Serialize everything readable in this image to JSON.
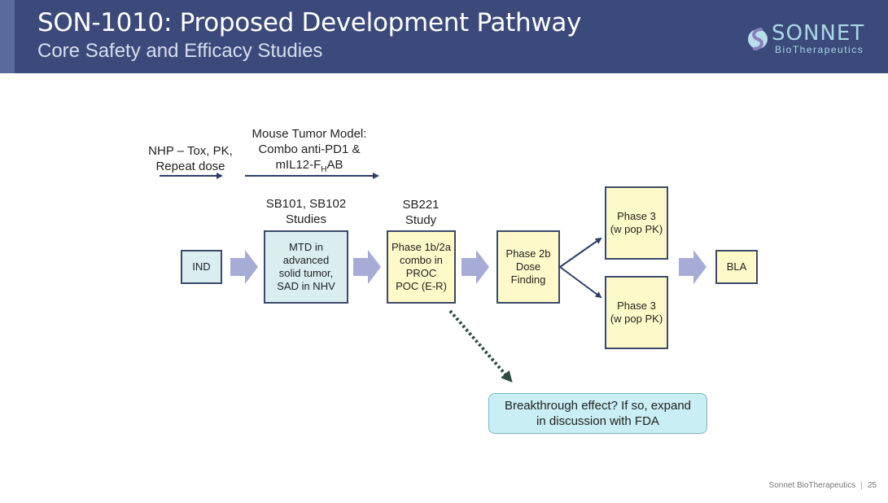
{
  "header": {
    "title": "SON-1010: Proposed Development Pathway",
    "subtitle": "Core Safety and Efficacy Studies"
  },
  "logo": {
    "name": "SONNET",
    "sub": "BioTherapeutics"
  },
  "labels": {
    "nhp_line1": "NHP – Tox, PK,",
    "nhp_line2": "Repeat dose",
    "mouse_line1": "Mouse Tumor Model:",
    "mouse_line2": "Combo anti-PD1 &",
    "mouse_line3_pre": "mIL12-F",
    "mouse_line3_sub": "H",
    "mouse_line3_post": "AB",
    "sb101_line1": "SB101, SB102",
    "sb101_line2": "Studies",
    "sb221_line1": "SB221",
    "sb221_line2": "Study"
  },
  "boxes": {
    "ind": "IND",
    "mtd": [
      "MTD in",
      "advanced",
      "solid tumor,",
      "SAD in NHV"
    ],
    "phase1": [
      "Phase 1b/2a",
      "combo in",
      "PROC",
      "POC (E-R)"
    ],
    "phase2b": [
      "Phase 2b",
      "Dose",
      "Finding"
    ],
    "phase3a": [
      "Phase 3",
      "(w pop PK)"
    ],
    "phase3b": [
      "Phase 3",
      "(w pop PK)"
    ],
    "bla": "BLA"
  },
  "callout": {
    "line1": "Breakthrough effect?  If so, expand",
    "line2": "in discussion with FDA"
  },
  "footer": {
    "company": "Sonnet BioTherapeutics",
    "page": "25"
  },
  "colors": {
    "header_bg": "#3b4a7a",
    "arrow_fill": "#a6acd6",
    "box_blue": "#daeef0",
    "box_yellow": "#fdf9c8",
    "callout_bg": "#c9eef4",
    "line_color": "#2f3f6a",
    "dotted_color": "#2e4d3f"
  }
}
